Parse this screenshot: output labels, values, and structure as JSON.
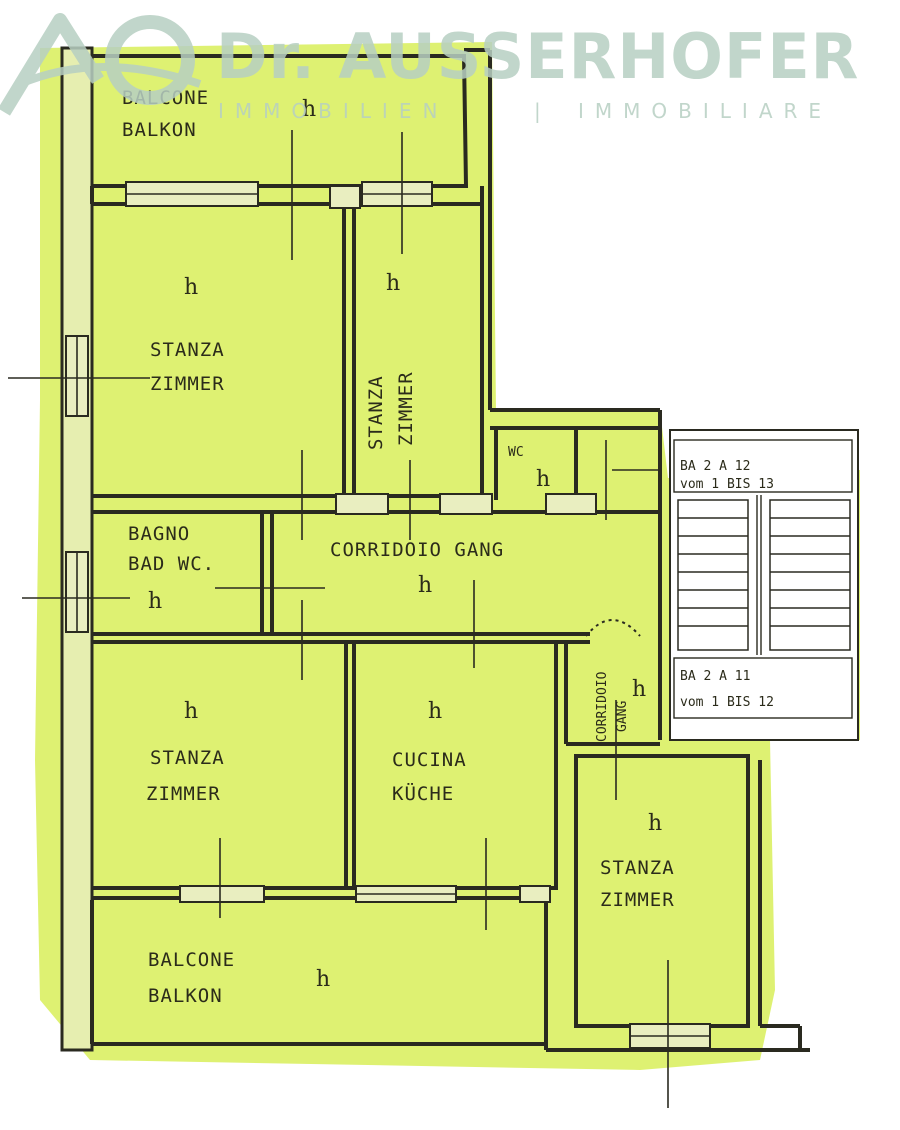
{
  "logo": {
    "brand": "Dr. AUSSERHOFER",
    "tagline_left": "IMMOBILIEN",
    "separator": "|",
    "tagline_right": "IMMOBILIARE"
  },
  "rooms": {
    "balcony_top": {
      "line1": "BALCONE",
      "line2": "BALKON",
      "mark": "h"
    },
    "room_left": {
      "line1": "STANZA",
      "line2": "ZIMMER",
      "mark": "h"
    },
    "room_middle": {
      "line1": "STANZA",
      "line2": "ZIMMER",
      "mark": "h"
    },
    "wc": {
      "line1": "WC",
      "mark": "h"
    },
    "bath": {
      "line1": "BAGNO",
      "line2": "BAD WC.",
      "mark": "h"
    },
    "corridor": {
      "line1": "CORRIDOIO GANG",
      "mark": "h"
    },
    "corridor_small": {
      "line1": "CORRIDOIO",
      "line2": "GANG",
      "mark": "h"
    },
    "room_bottom_left": {
      "line1": "STANZA",
      "line2": "ZIMMER",
      "mark": "h"
    },
    "kitchen": {
      "line1": "CUCINA",
      "line2": "KÜCHE",
      "mark": "h"
    },
    "room_bottom_right": {
      "line1": "STANZA",
      "line2": "ZIMMER",
      "mark": "h"
    },
    "balcony_bottom": {
      "line1": "BALCONE",
      "line2": "BALKON",
      "mark": "h"
    }
  },
  "stairs": {
    "top_label_1": "BA 2 A 12",
    "top_label_2": "vom 1 BIS 13",
    "bottom_label_1": "BA 2 A 11",
    "bottom_label_2": "vom 1 BIS 12"
  },
  "colors": {
    "highlight": "#dcf06a",
    "walls": "#2a2a20",
    "logo": "#b7cfc2"
  }
}
